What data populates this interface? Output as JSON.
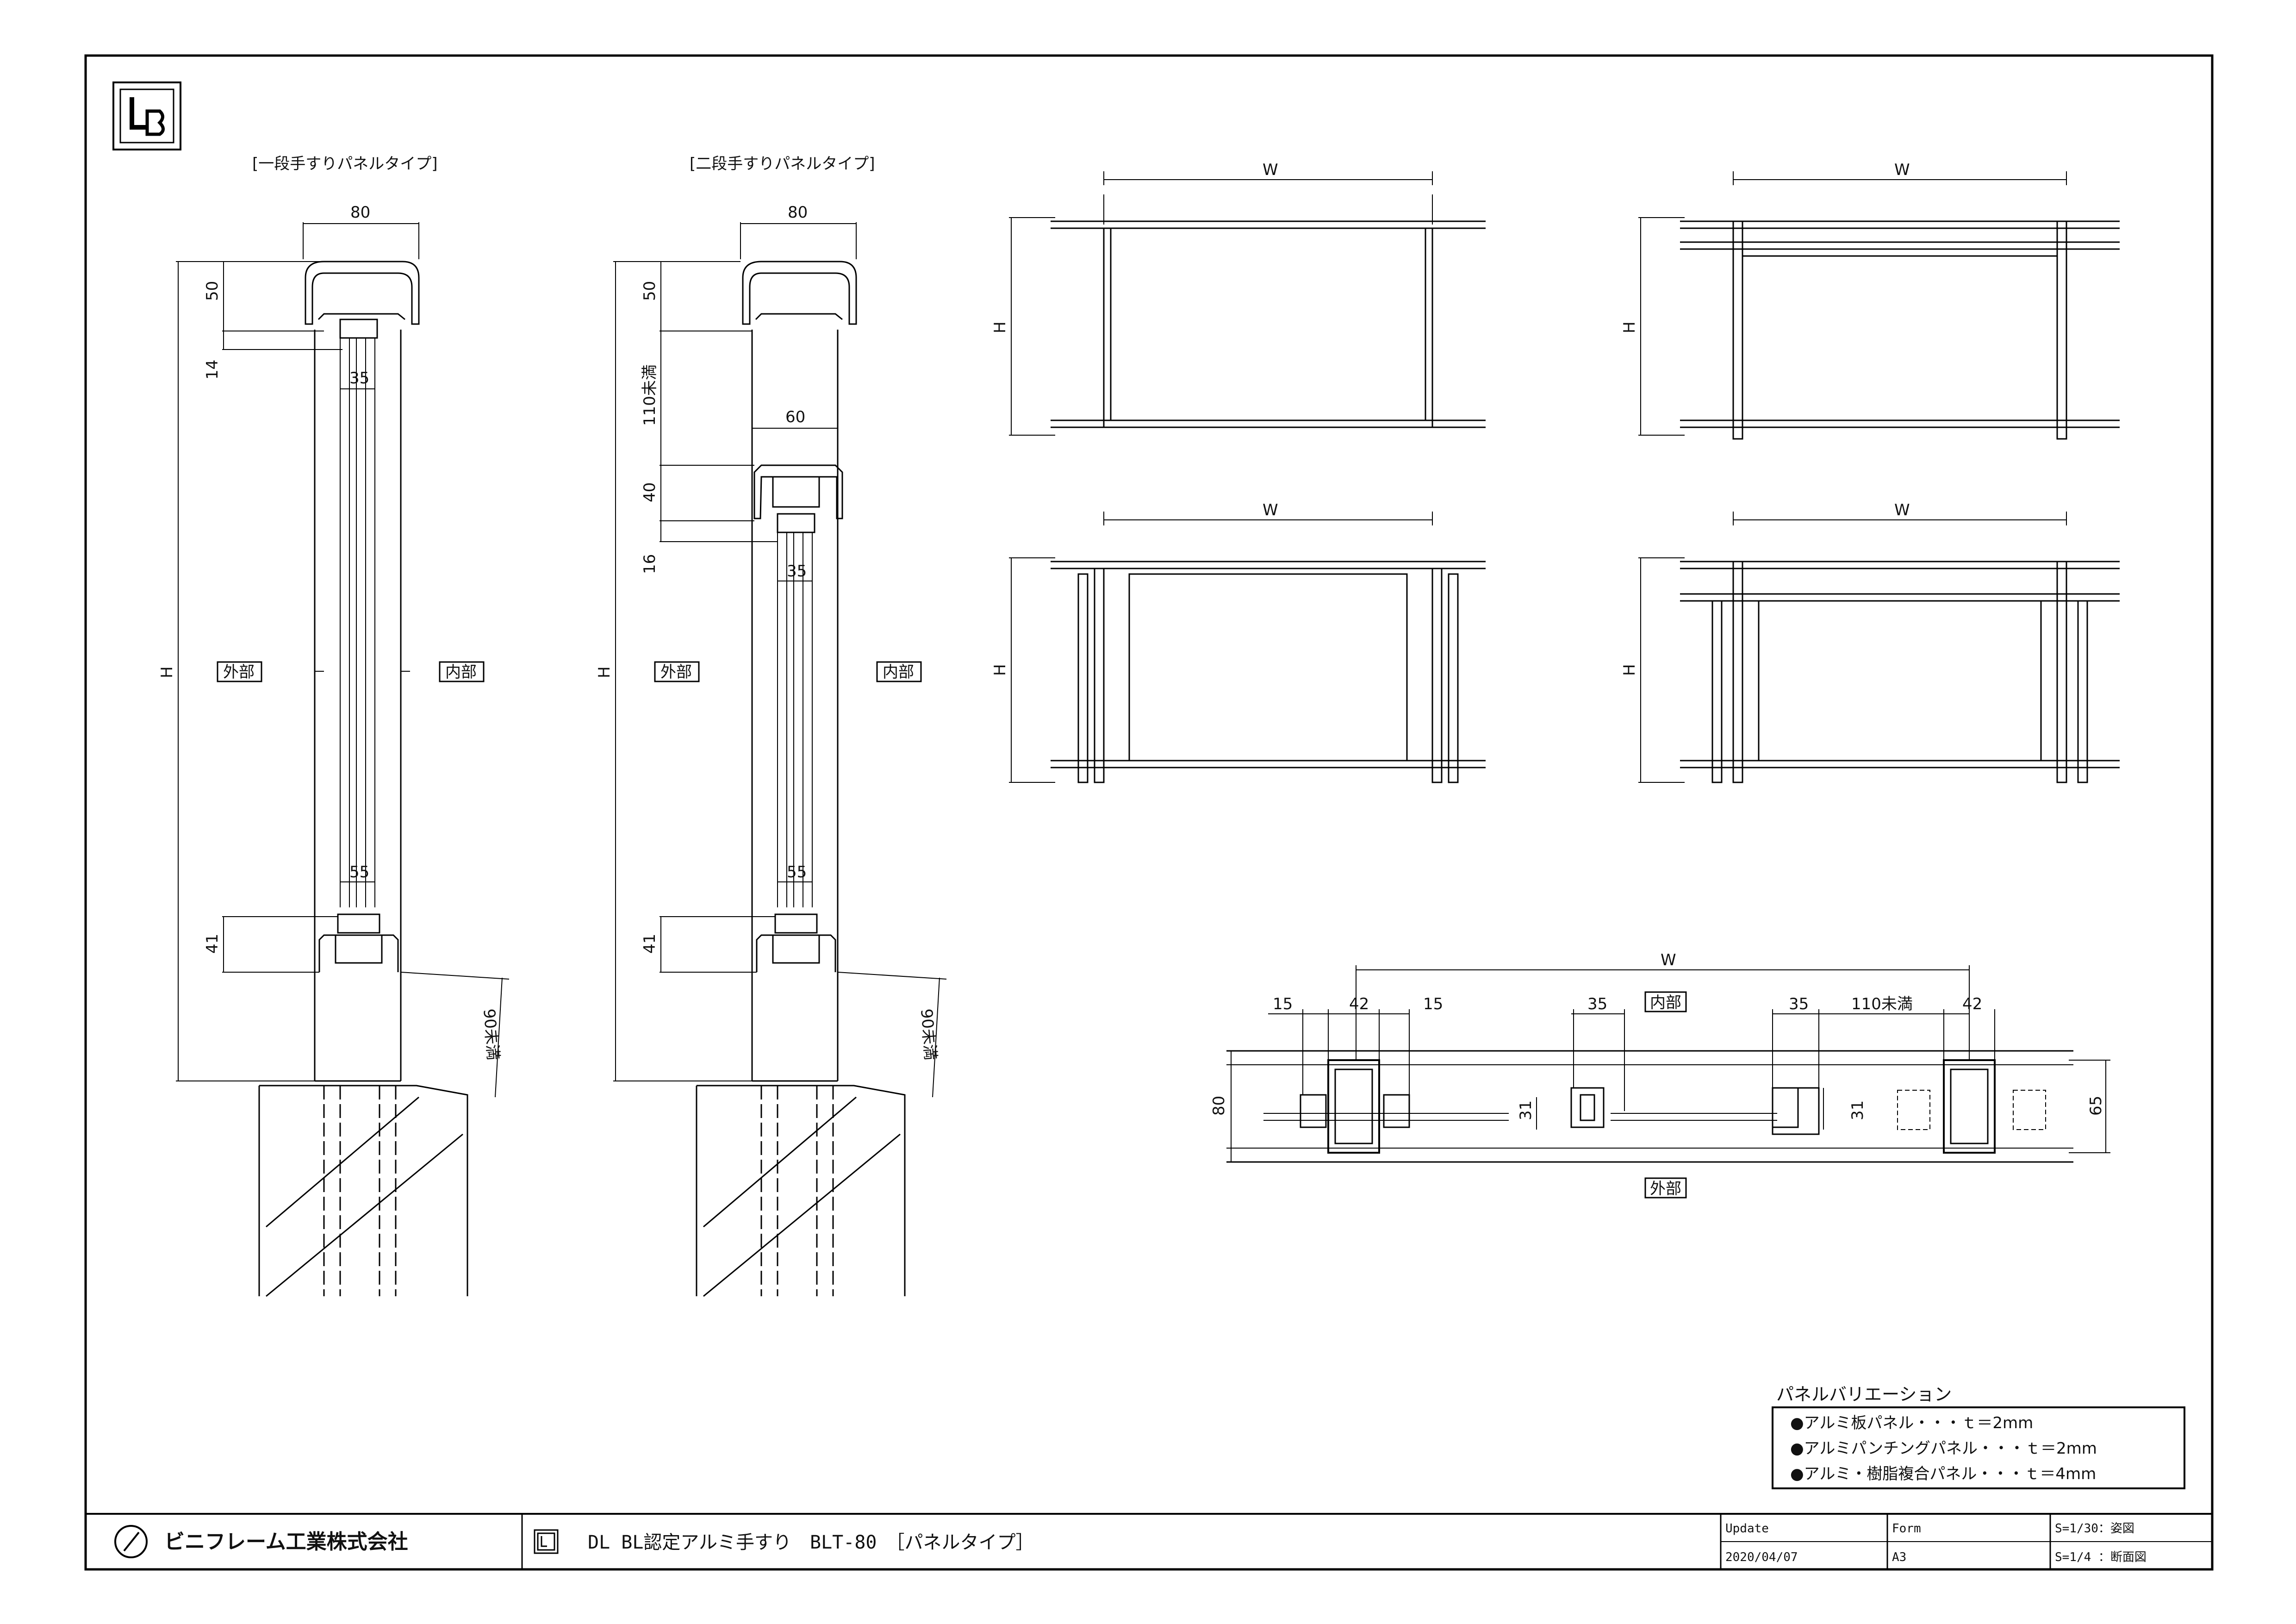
{
  "labels": {
    "title_left": "[一段手すりパネルタイプ]",
    "title_mid": "[二段手すりパネルタイプ]",
    "outside": "外部",
    "inside": "内部",
    "less90": "90未満",
    "less110": "110未満",
    "W": "W",
    "H": "H"
  },
  "dims": {
    "d80": "80",
    "d50": "50",
    "d14": "14",
    "d35": "35",
    "d55": "55",
    "d41": "41",
    "d60": "60",
    "d40": "40",
    "d16": "16",
    "d15": "15",
    "d42": "42",
    "d31": "31",
    "d65": "65"
  },
  "panel_variation": {
    "heading": "パネルバリエーション",
    "items": [
      "●アルミ板パネル・・・ｔ＝2mm",
      "●アルミパンチングパネル・・・ｔ＝2mm",
      "●アルミ・樹脂複合パネル・・・ｔ＝4mm"
    ]
  },
  "title_block": {
    "company": "ビニフレーム工業株式会社",
    "product": "DL BL認定アルミ手すり　BLT-80　［パネルタイプ］",
    "update_label": "Update",
    "update_value": "2020/04/07",
    "form_label": "Form",
    "form_value": "A3",
    "scale1": "S=1/30：姿図",
    "scale2": "S=1/4 ：断面図"
  }
}
